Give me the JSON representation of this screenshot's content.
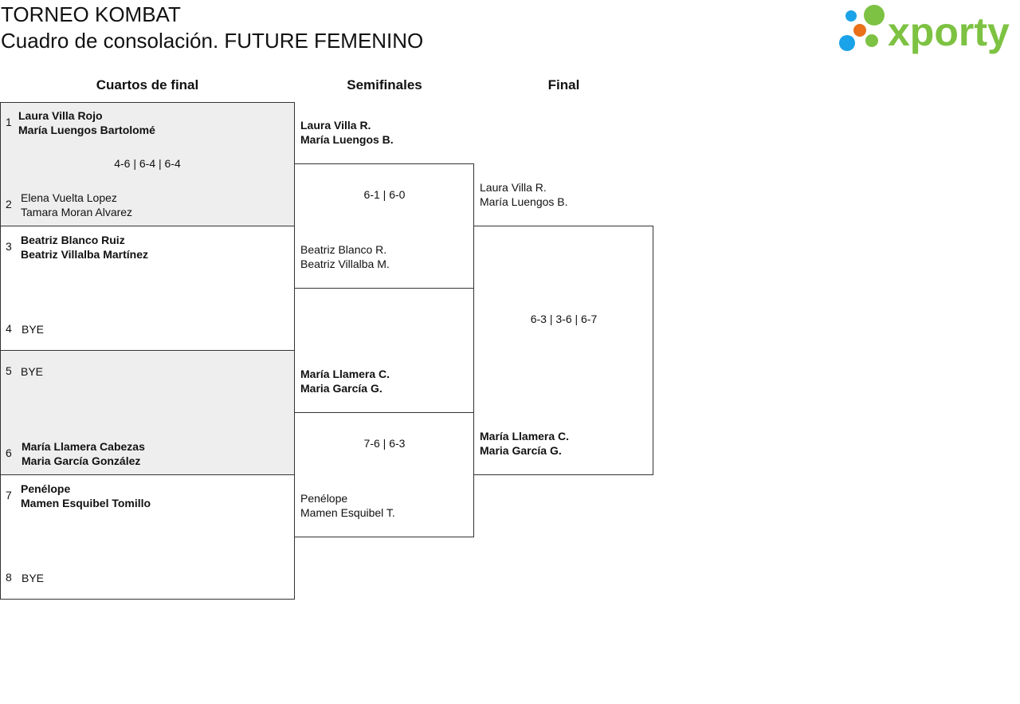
{
  "header": {
    "tournament": "TORNEO KOMBAT",
    "subtitle": "Cuadro de consolación. FUTURE FEMENINO",
    "logo_text": "xporty",
    "logo_colors": [
      "#1aa3e8",
      "#e8711a",
      "#7dc242"
    ]
  },
  "rounds": {
    "quarterfinals": "Cuartos de final",
    "semifinals": "Semifinales",
    "final": "Final"
  },
  "quarterfinals": [
    {
      "score": "4-6 | 6-4 | 6-4",
      "top": {
        "seed": "1",
        "p1": "Laura Villa Rojo",
        "p2": "María Luengos Bartolomé"
      },
      "bottom": {
        "seed": "2",
        "p1": "Elena Vuelta Lopez",
        "p2": "Tamara Moran Alvarez"
      }
    },
    {
      "score": "",
      "top": {
        "seed": "3",
        "p1": "Beatriz Blanco Ruiz",
        "p2": "Beatriz Villalba Martínez"
      },
      "bottom": {
        "seed": "4",
        "p1": "BYE",
        "p2": ""
      }
    },
    {
      "score": "",
      "top": {
        "seed": "5",
        "p1": "BYE",
        "p2": ""
      },
      "bottom": {
        "seed": "6",
        "p1": "María Llamera Cabezas",
        "p2": "Maria García González"
      }
    },
    {
      "score": "",
      "top": {
        "seed": "7",
        "p1": "Penélope",
        "p2": "Mamen Esquibel Tomillo"
      },
      "bottom": {
        "seed": "8",
        "p1": "BYE",
        "p2": ""
      }
    }
  ],
  "semifinals": [
    {
      "score": "6-1 | 6-0",
      "top": {
        "p1": "Laura Villa R.",
        "p2": "María Luengos B."
      },
      "bottom": {
        "p1": "Beatriz Blanco R.",
        "p2": "Beatriz Villalba M."
      }
    },
    {
      "score": "7-6 | 6-3",
      "top": {
        "p1": "María Llamera C.",
        "p2": "Maria García G."
      },
      "bottom": {
        "p1": "Penélope",
        "p2": "Mamen Esquibel T."
      }
    }
  ],
  "final": {
    "score": "6-3 | 3-6 | 6-7",
    "top": {
      "p1": "Laura Villa R.",
      "p2": "María Luengos B."
    },
    "bottom": {
      "p1": "María Llamera C.",
      "p2": "Maria García G."
    }
  }
}
